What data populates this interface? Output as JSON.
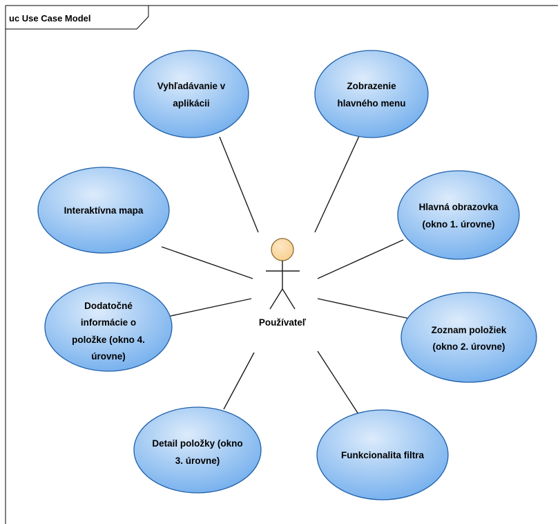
{
  "diagram": {
    "frame_label": "uc Use Case Model",
    "actor": {
      "name": "Používateľ"
    },
    "use_cases": [
      {
        "id": "uc-search",
        "lines": [
          "Vyhľadávanie v",
          "aplikácii"
        ]
      },
      {
        "id": "uc-main-menu",
        "lines": [
          "Zobrazenie",
          "hlavného menu"
        ]
      },
      {
        "id": "uc-interactive-map",
        "lines": [
          "Interaktívna mapa"
        ]
      },
      {
        "id": "uc-main-screen",
        "lines": [
          "Hlavná obrazovka",
          "(okno 1. úrovne)"
        ]
      },
      {
        "id": "uc-additional-info",
        "lines": [
          "Dodatočné",
          "informácie o",
          "položke (okno 4.",
          "úrovne)"
        ]
      },
      {
        "id": "uc-item-list",
        "lines": [
          "Zoznam položiek",
          "(okno 2. úrovne)"
        ]
      },
      {
        "id": "uc-item-detail",
        "lines": [
          "Detail položky (okno",
          "3. úrovne)"
        ]
      },
      {
        "id": "uc-filter",
        "lines": [
          "Funkcionalita filtra"
        ]
      }
    ],
    "colors": {
      "ellipse_fill_light": "#dcebfb",
      "ellipse_fill_dark": "#74afed",
      "ellipse_stroke": "#1f5fa8",
      "actor_head_fill": "#f9cf8e",
      "actor_head_stroke": "#8a6a32",
      "line": "#1a1a1a",
      "frame": "#000000"
    }
  }
}
